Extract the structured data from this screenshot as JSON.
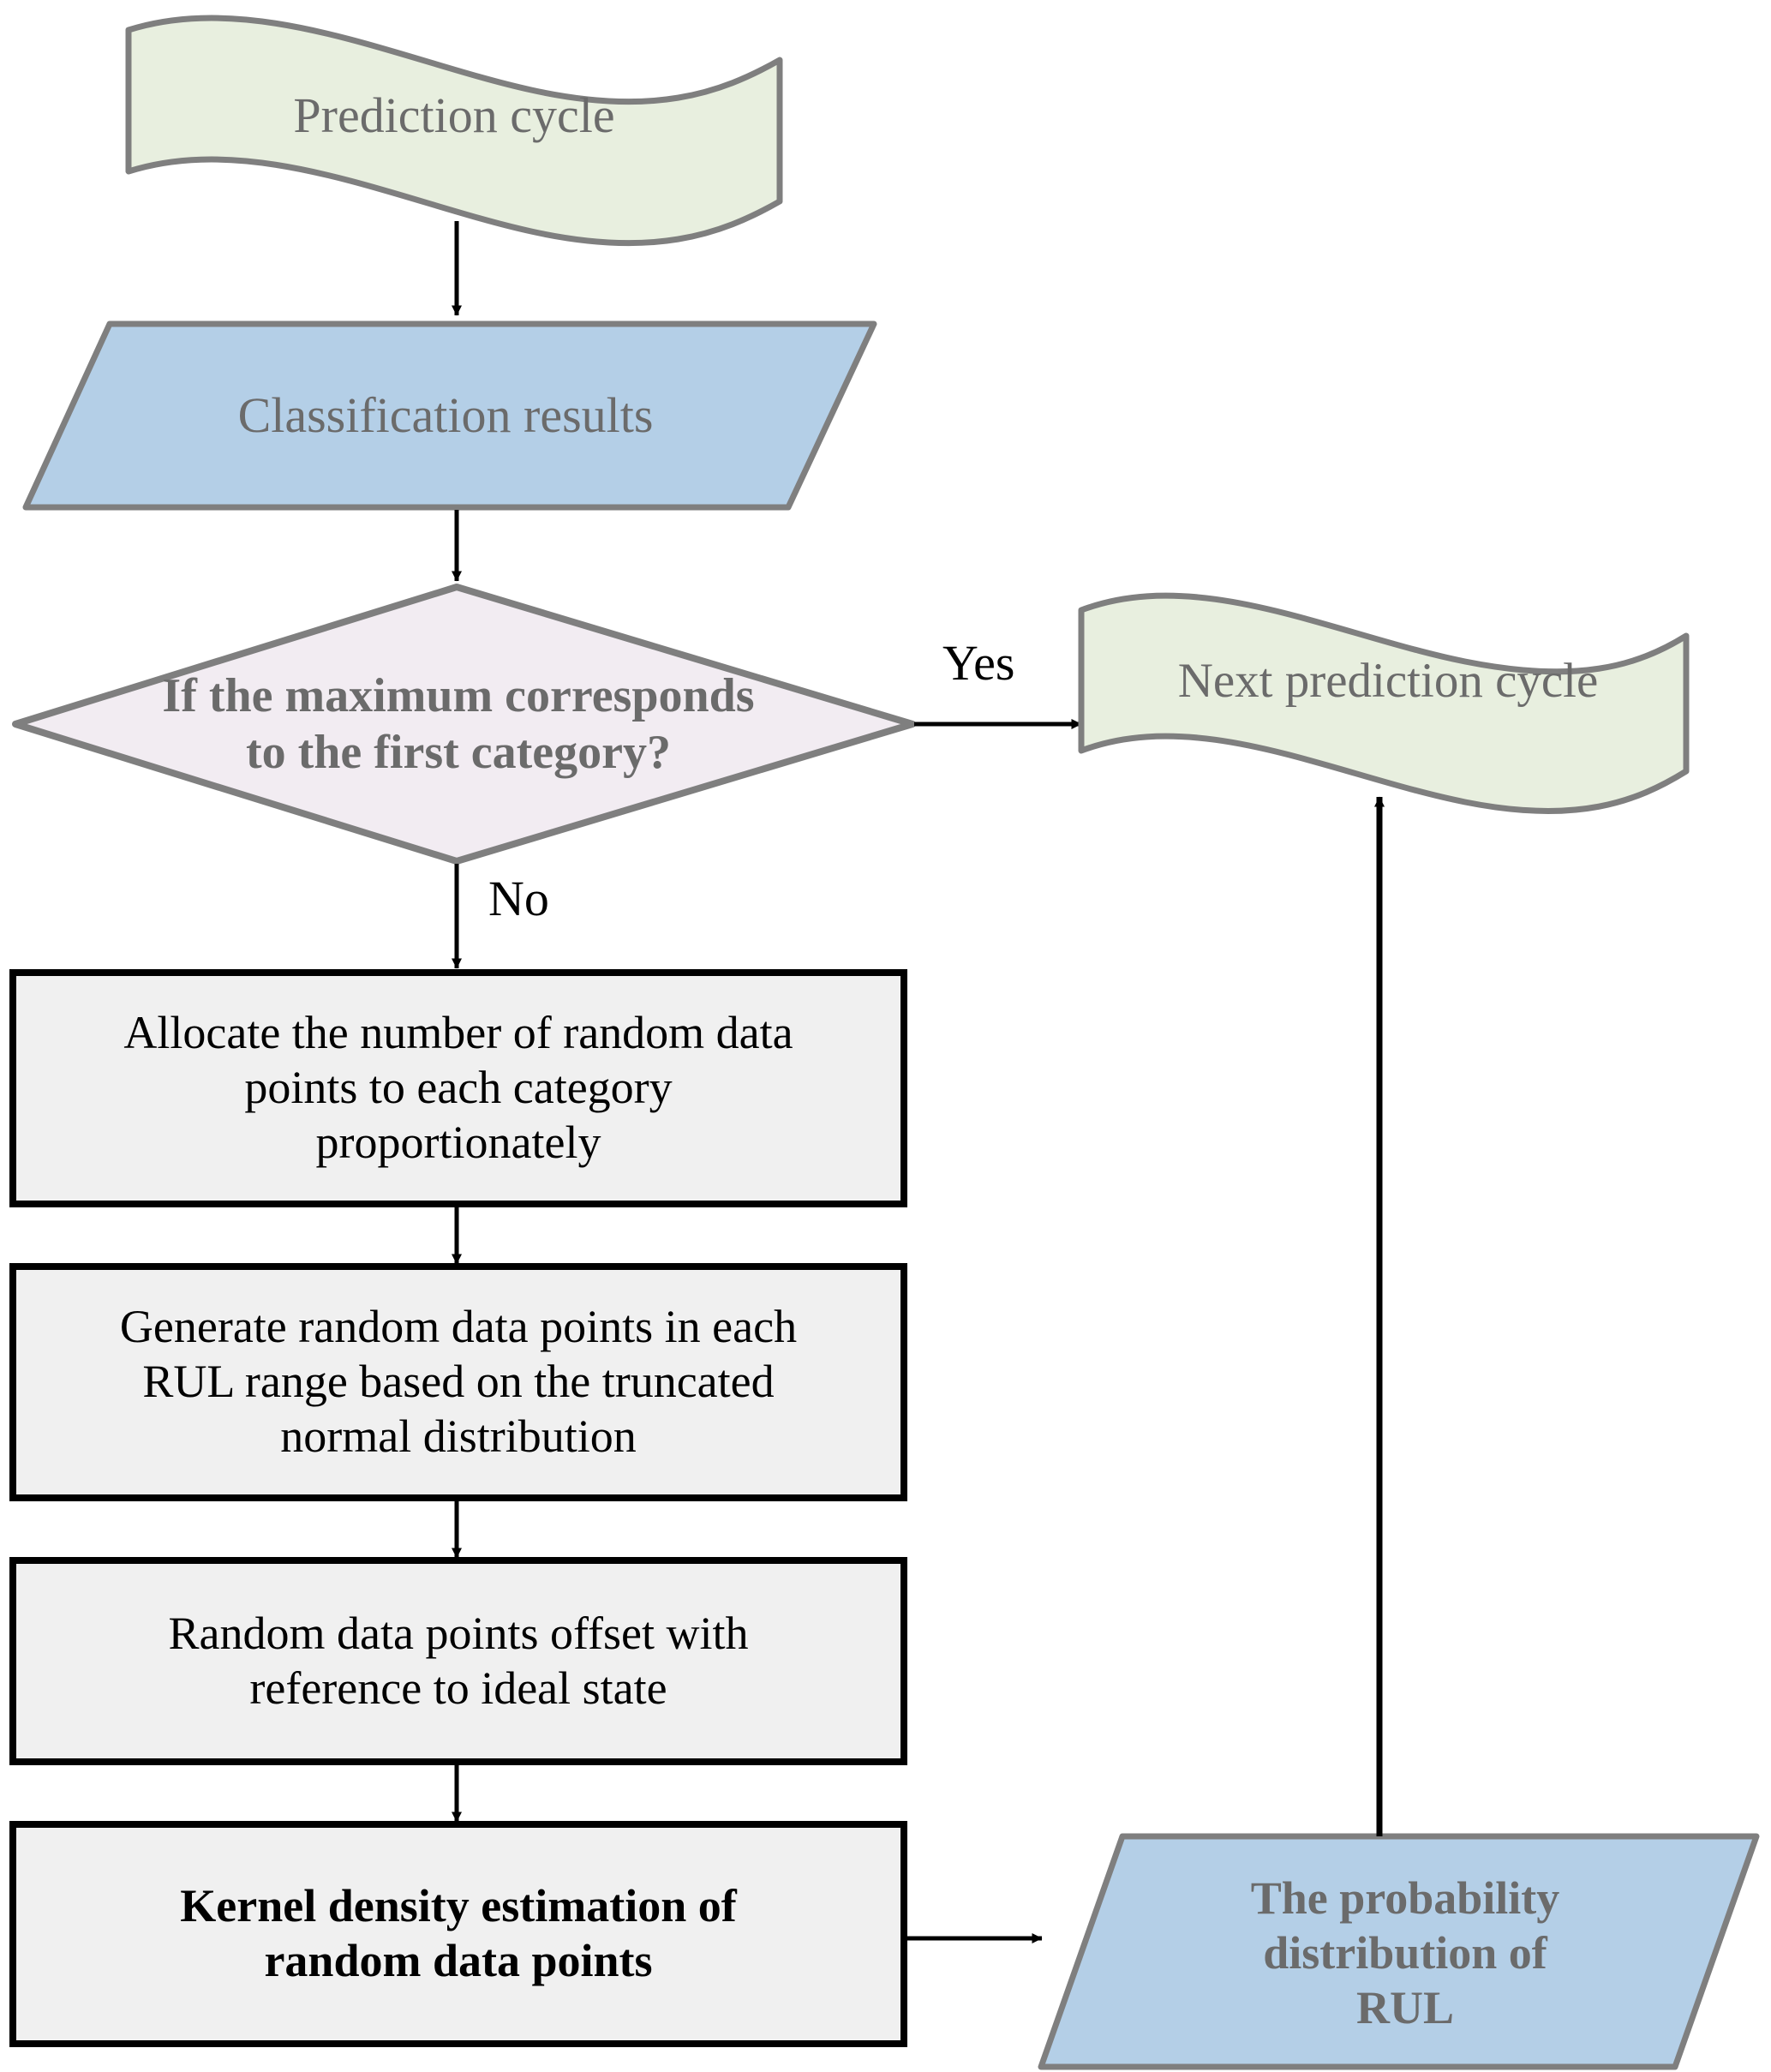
{
  "diagram": {
    "title": "RUL prediction probability distribution flowchart",
    "type": "flowchart",
    "palette": {
      "wave_fill": "#e8efdf",
      "wave_stroke": "#7f7f7f",
      "parallelogram_fill": "#b4cfe7",
      "parallelogram_stroke": "#7f7f7f",
      "decision_fill": "#f2ecf2",
      "decision_stroke": "#7f7f7f",
      "process_fill": "#f0f0f0",
      "process_stroke": "#000000",
      "arrow_color": "#000000",
      "gray_text": "#6b6b6b",
      "black_text": "#000000",
      "background": "#ffffff"
    }
  },
  "nodes": {
    "prediction_cycle": {
      "label": "Prediction cycle",
      "shape": "wave-document",
      "fill": "#e8efdf",
      "text_color": "#6b6b6b"
    },
    "classification_results": {
      "label": "Classification results",
      "shape": "parallelogram",
      "fill": "#b4cfe7",
      "text_color": "#6b6b6b"
    },
    "decision": {
      "line1": "If the maximum corresponds",
      "line2": "to the first category?",
      "shape": "diamond",
      "fill": "#f2ecf2",
      "text_color": "#6b6b6b"
    },
    "next_prediction_cycle": {
      "label": "Next prediction cycle",
      "shape": "wave-document",
      "fill": "#e8efdf",
      "text_color": "#6b6b6b"
    },
    "allocate": {
      "line1": "Allocate  the number of random data",
      "line2": "points to each category",
      "line3": "proportionately",
      "shape": "process",
      "fill": "#f0f0f0",
      "text_color": "#000000"
    },
    "generate": {
      "line1": "Generate random data points in each",
      "line2": "RUL range based on the truncated",
      "line3": "normal distribution",
      "shape": "process",
      "fill": "#f0f0f0",
      "text_color": "#000000"
    },
    "offset": {
      "line1": "Random data points offset with",
      "line2": "reference to ideal state",
      "shape": "process",
      "fill": "#f0f0f0",
      "text_color": "#000000"
    },
    "kde": {
      "line1": "Kernel density estimation of",
      "line2": "random data points",
      "shape": "process",
      "fill": "#f0f0f0",
      "text_color": "#000000",
      "bold": true
    },
    "probability_distribution": {
      "line1": "The probability",
      "line2": "distribution of",
      "line3": "RUL",
      "shape": "parallelogram",
      "fill": "#b4cfe7",
      "text_color": "#6b6b6b",
      "bold": true
    }
  },
  "edge_labels": {
    "yes": "Yes",
    "no": "No"
  },
  "edges": [
    {
      "from": "prediction_cycle",
      "to": "classification_results",
      "label": ""
    },
    {
      "from": "classification_results",
      "to": "decision",
      "label": ""
    },
    {
      "from": "decision",
      "to": "next_prediction_cycle",
      "label": "Yes"
    },
    {
      "from": "decision",
      "to": "allocate",
      "label": "No"
    },
    {
      "from": "allocate",
      "to": "generate",
      "label": ""
    },
    {
      "from": "generate",
      "to": "offset",
      "label": ""
    },
    {
      "from": "offset",
      "to": "kde",
      "label": ""
    },
    {
      "from": "kde",
      "to": "probability_distribution",
      "label": ""
    },
    {
      "from": "probability_distribution",
      "to": "next_prediction_cycle",
      "label": ""
    }
  ]
}
